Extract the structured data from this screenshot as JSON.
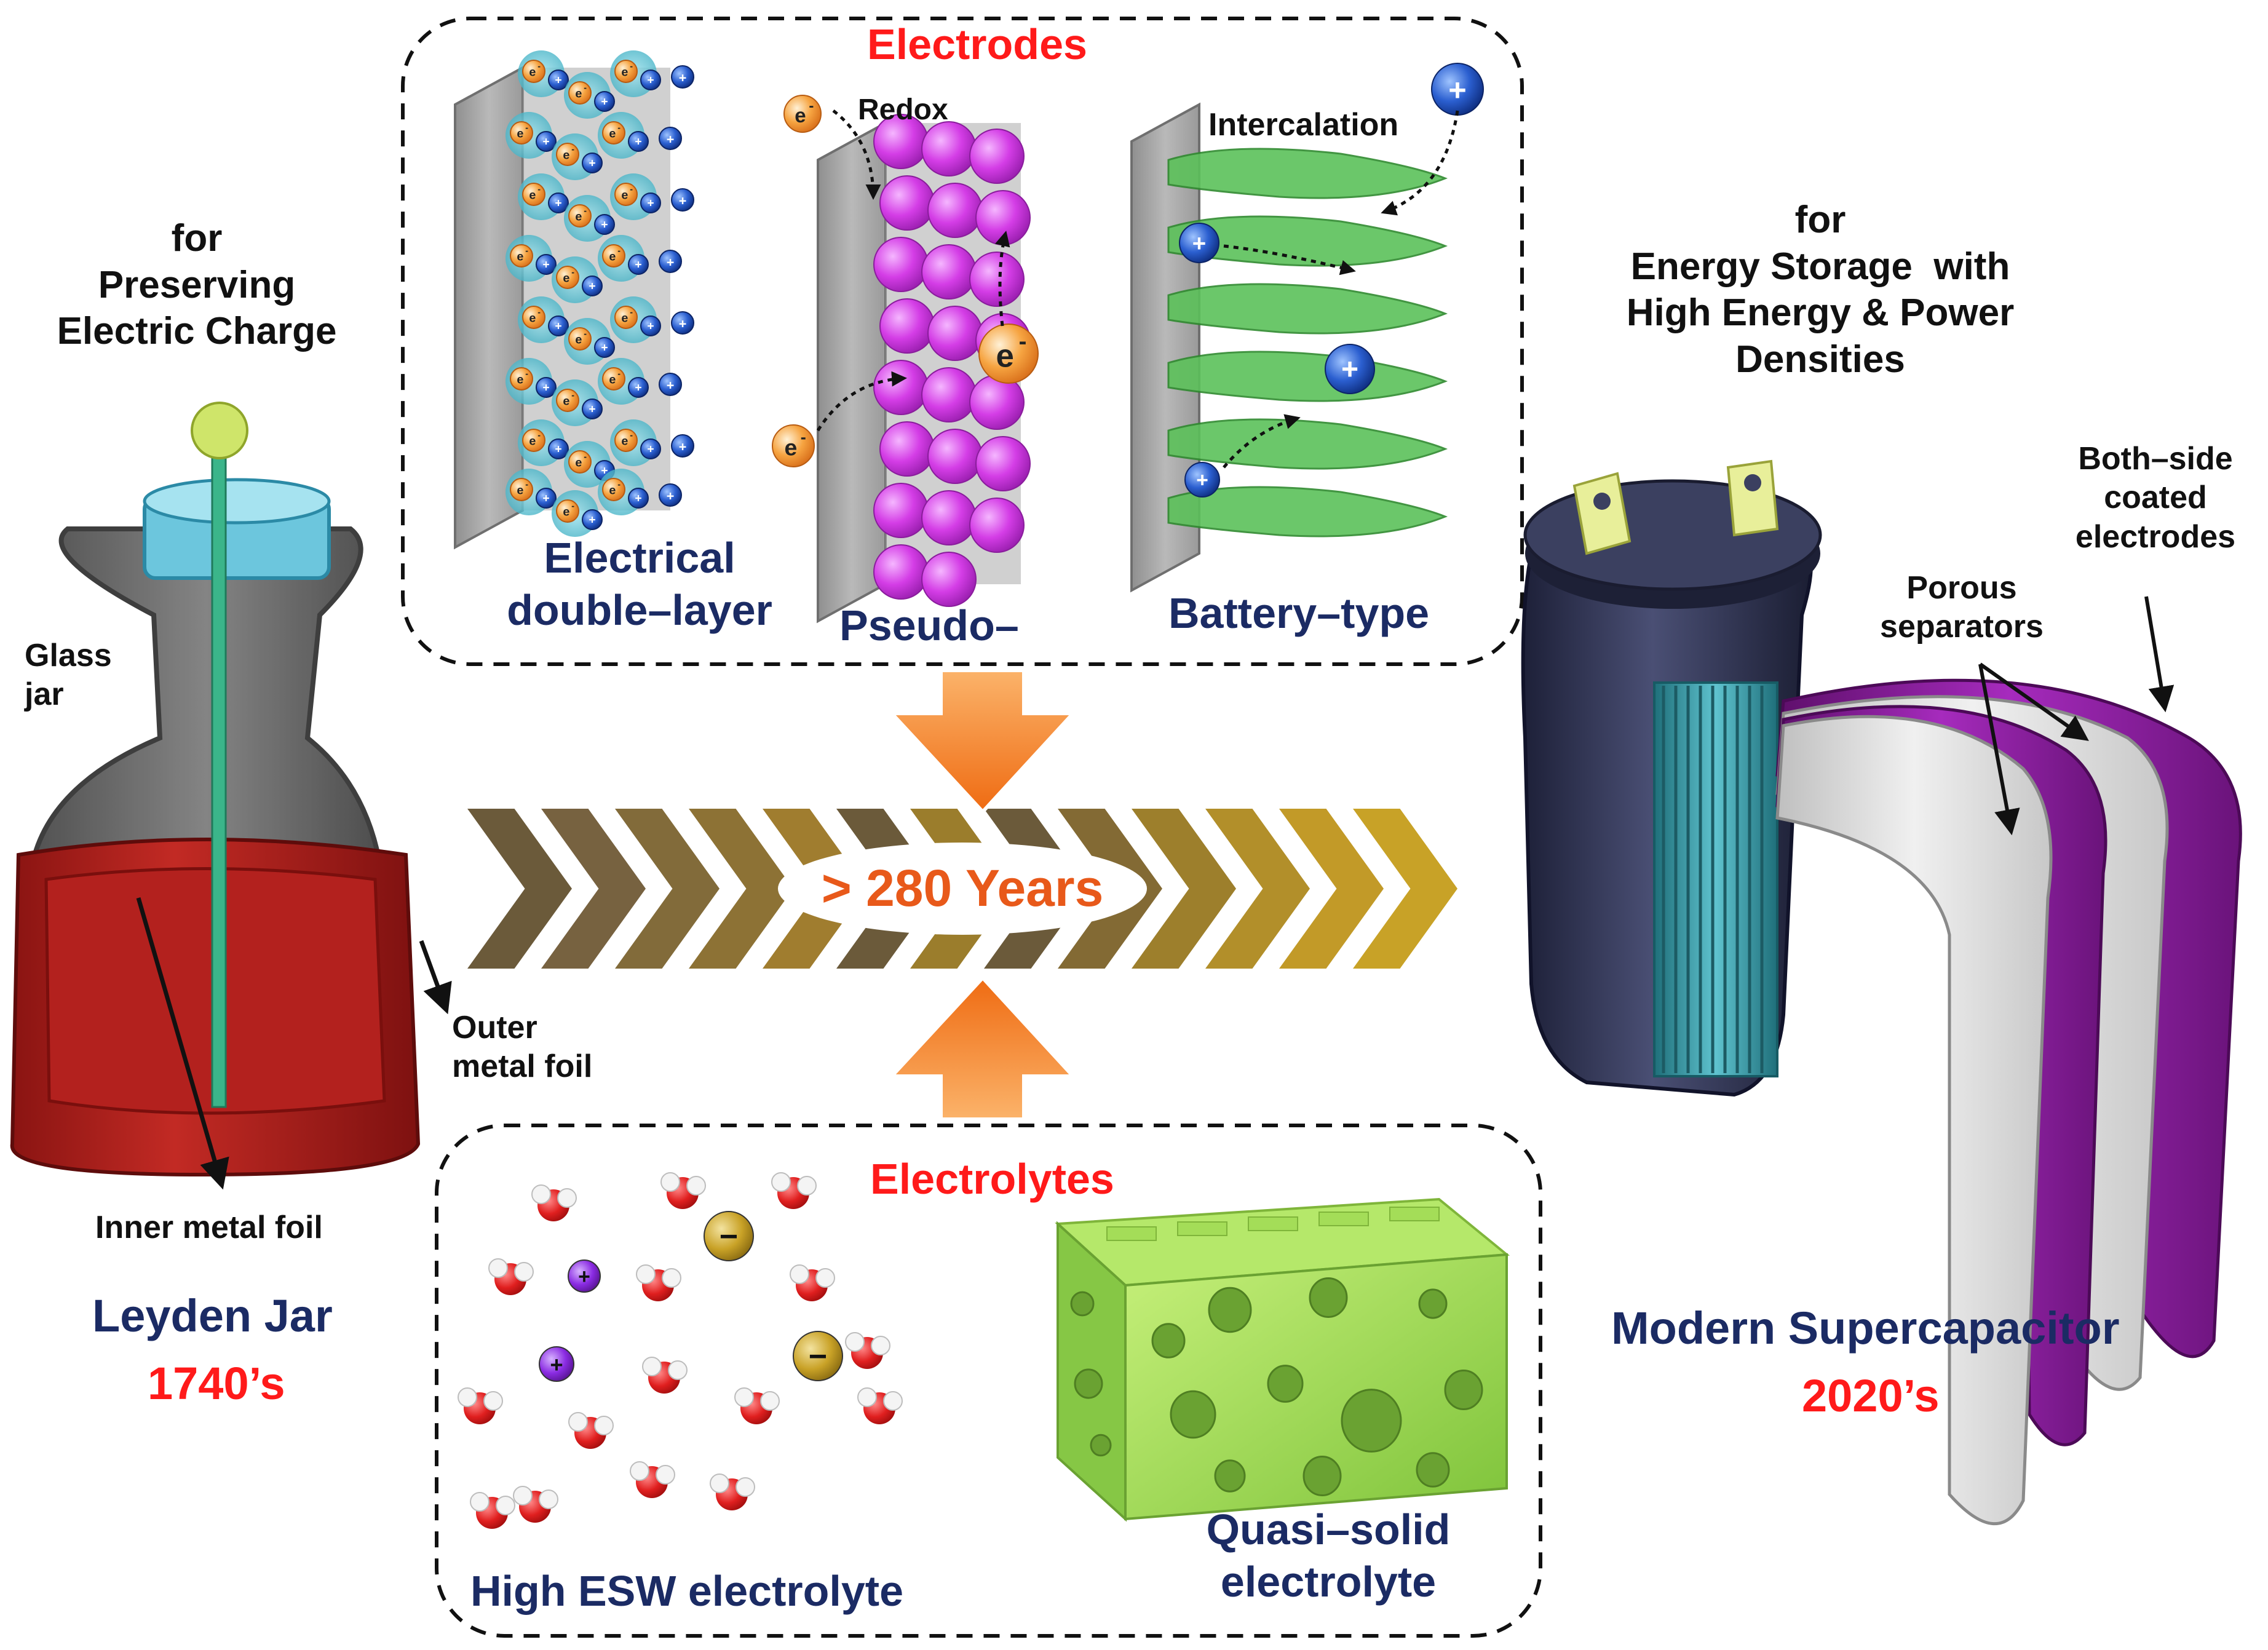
{
  "left": {
    "purpose": "for\nPreserving\nElectric Charge",
    "glass_label": "Glass\njar",
    "outer_foil_label": "Outer\nmetal foil",
    "inner_foil_label": "Inner metal foil",
    "name": "Leyden Jar",
    "year": "1740’s",
    "colors": {
      "foil": "#b3211e",
      "cap": "#5bc0de",
      "rod": "#3bb58a",
      "glass": "#5a5a5a"
    }
  },
  "electrodes": {
    "title": "Electrodes",
    "edl_label": "Electrical\ndouble–layer",
    "pseudo_label": "Pseudo–",
    "battery_label": "Battery–type",
    "redox_label": "Redox",
    "intercalation_label": "Intercalation",
    "electron_symbol": "e",
    "electron_charge": "-",
    "cation_symbol": "+",
    "colors": {
      "electron": "#f28c28",
      "cation": "#1f4fb8",
      "pseudo": "#d23be0",
      "sheet": "#4caf50"
    }
  },
  "timeline": {
    "label": "> 280 Years",
    "colors": {
      "chevron_dark": "#6b5a3a",
      "chevron_gold": "#c8a227",
      "arrow": "#f47c20"
    }
  },
  "electrolytes": {
    "title": "Electrolytes",
    "high_esw_label": "High ESW electrolyte",
    "quasi_label": "Quasi–solid\nelectrolyte",
    "cation_symbol": "+",
    "anion_symbol": "−",
    "colors": {
      "water_o": "#e02020",
      "cation": "#8a2be2",
      "anion": "#c9a227",
      "gel": "#9ad84a"
    }
  },
  "right": {
    "purpose": "for\nEnergy Storage  with\nHigh Energy & Power\nDensities",
    "both_side_label": "Both–side\ncoated\nelectrodes",
    "porous_label": "Porous\nseparators",
    "name": "Modern Supercapacitor",
    "year": "2020’s",
    "colors": {
      "can": "#2b2f4a",
      "electrode": "#8b1e9a",
      "separator": "#d8d8d8",
      "core": "#3fa7b5"
    }
  }
}
